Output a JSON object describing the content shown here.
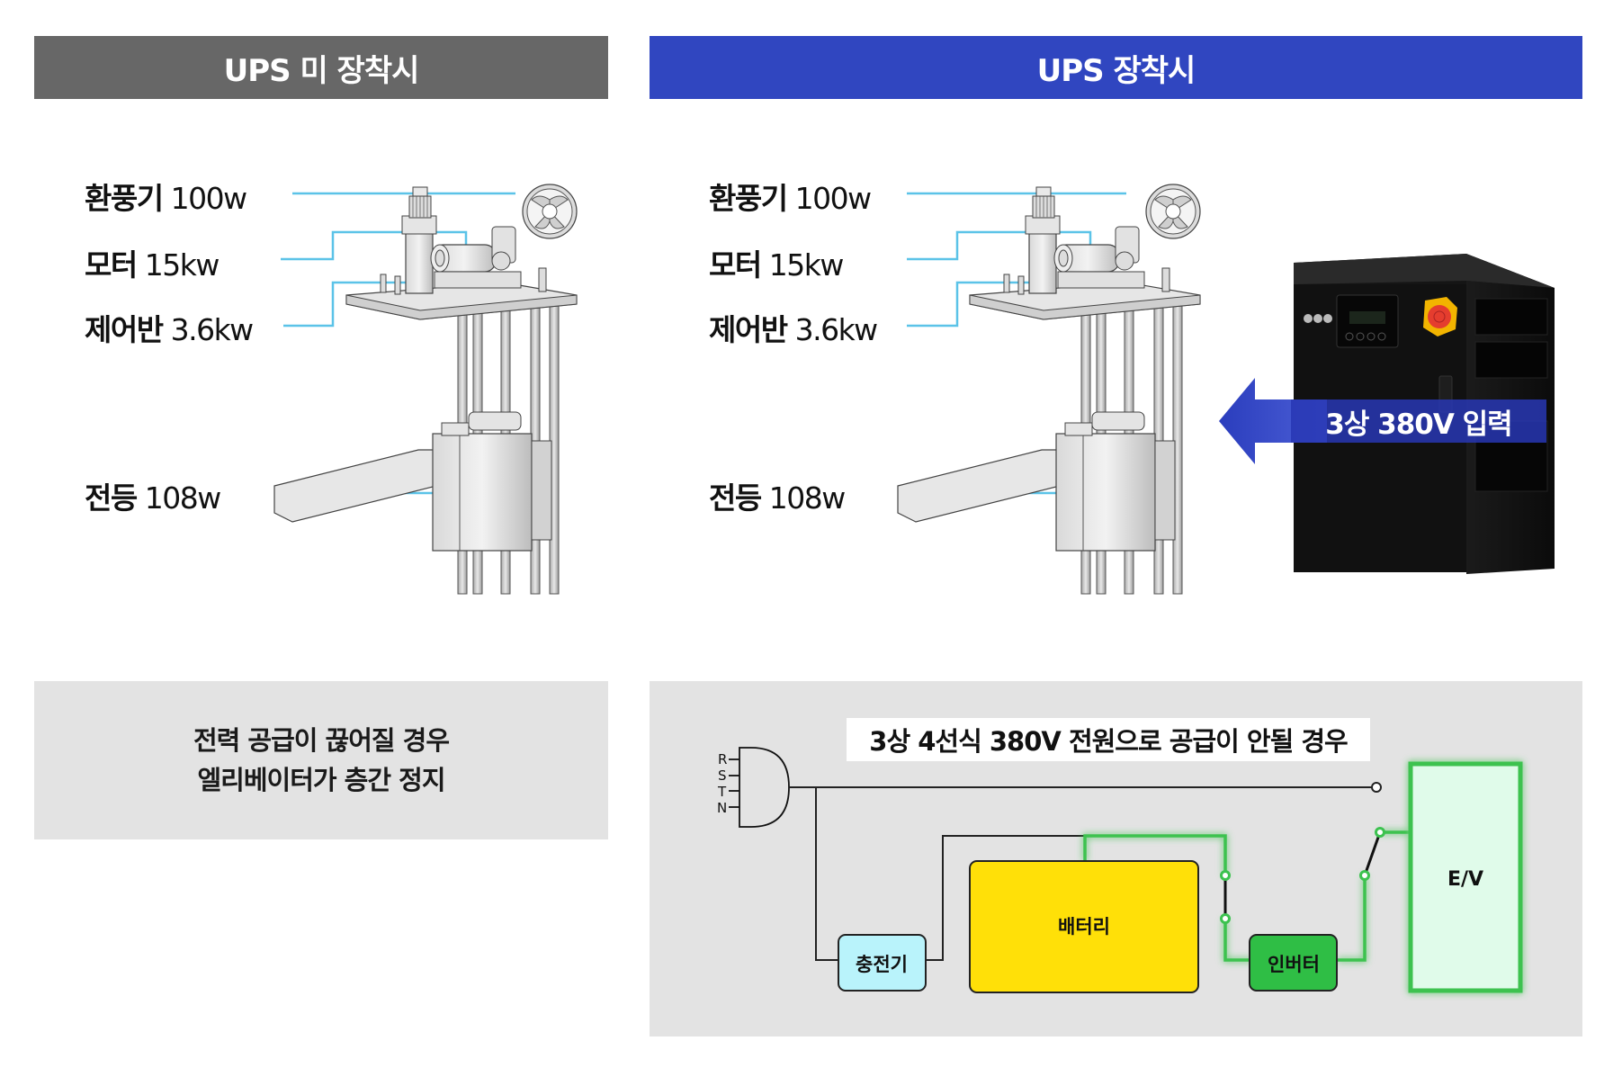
{
  "headers": {
    "left": "UPS 미 장착시",
    "right": "UPS 장착시"
  },
  "colors": {
    "header_left": "#676767",
    "header_right": "#3046C0",
    "callout_line": "#5BC3E8",
    "panel_bg": "#E3E3E3",
    "charger": "#B9F3FB",
    "battery": "#FFE008",
    "inverter": "#2FBE45",
    "ev_fill": "#E0FBEA",
    "green_line": "#3CC24F"
  },
  "components": [
    {
      "name": "환풍기",
      "value": "100w"
    },
    {
      "name": "모터",
      "value": "15kw"
    },
    {
      "name": "제어반",
      "value": "3.6kw"
    },
    {
      "name": "전등",
      "value": "108w"
    }
  ],
  "ups": {
    "input_label": "3상 380V 입력"
  },
  "left_note": {
    "line1": "전력 공급이 끊어질 경우",
    "line2": "엘리베이터가 층간 정지"
  },
  "diagram": {
    "title": "3상 4선식 380V 전원으로 공급이 안될 경우",
    "phases": [
      "R",
      "S",
      "T",
      "N"
    ],
    "blocks": {
      "charger": "충전기",
      "battery": "배터리",
      "inverter": "인버터",
      "ev": "E/V"
    }
  }
}
